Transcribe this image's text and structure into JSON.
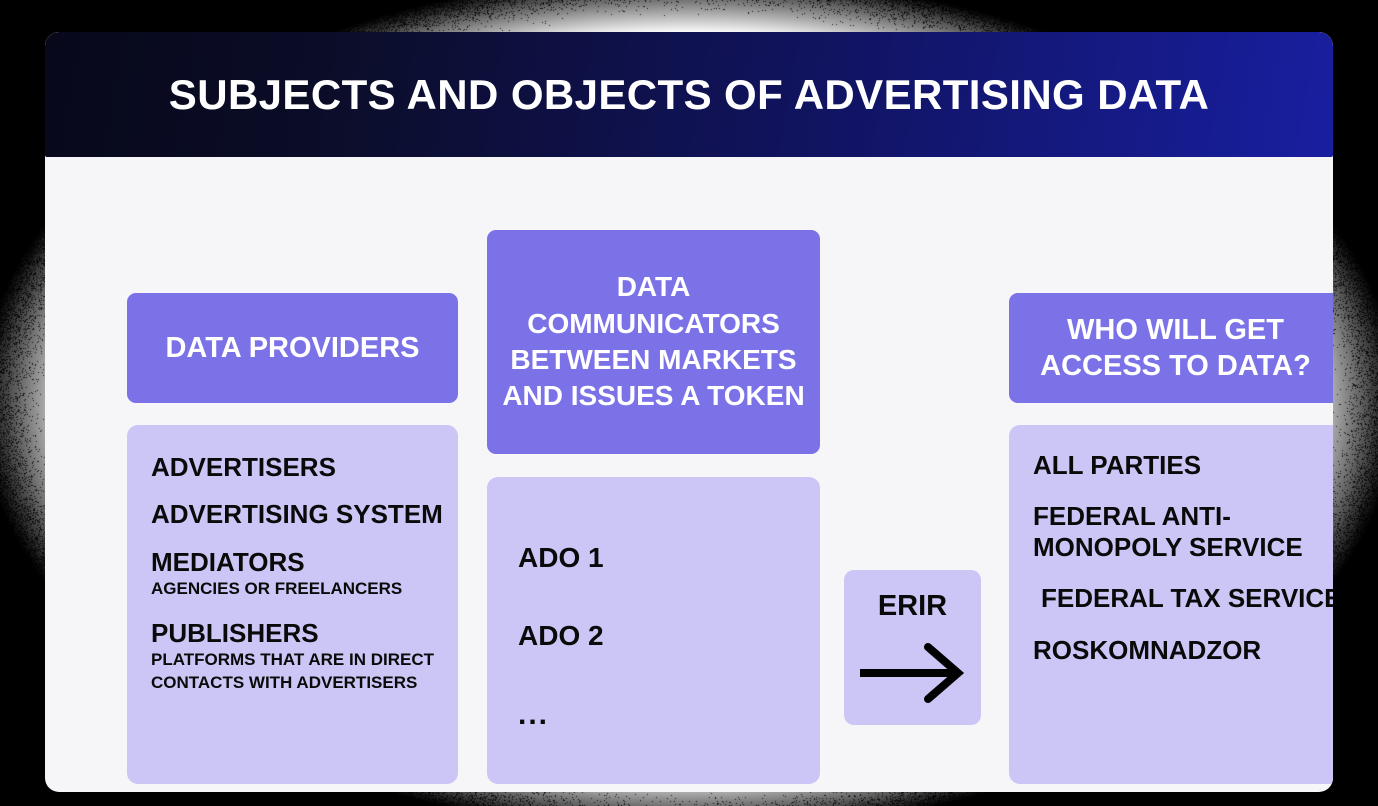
{
  "title": "SUBJECTS AND OBJECTS OF ADVERTISING DATA",
  "colors": {
    "header_purple": "#7b72e8",
    "body_lavender": "#cbc6f5",
    "banner_dark": "#07081a",
    "banner_navy": "#181fa0",
    "card_background": "#f6f6f9",
    "text_dark": "#0a0a0a"
  },
  "left_column": {
    "header": "DATA PROVIDERS",
    "entries": [
      {
        "title": "ADVERTISERS",
        "sub": ""
      },
      {
        "title": "ADVERTISING SYSTEM",
        "sub": ""
      },
      {
        "title": "MEDIATORS",
        "sub": "AGENCIES OR FREELANCERS"
      },
      {
        "title": "PUBLISHERS",
        "sub": "PLATFORMS THAT ARE IN DIRECT CONTACTS WITH ADVERTISERS"
      }
    ]
  },
  "center_column": {
    "header": "DATA COMMUNICATORS BETWEEN MARKETS AND ISSUES A TOKEN",
    "items": [
      "ADO 1",
      "ADO 2",
      "..."
    ]
  },
  "erir": {
    "label": "ERIR",
    "arrow_icon": "arrow-right-icon"
  },
  "right_column": {
    "header": "WHO WILL GET ACCESS TO DATA?",
    "entries": [
      {
        "title": "ALL PARTIES",
        "indented": false
      },
      {
        "title": "FEDERAL ANTI-MONOPOLY SERVICE",
        "indented": false
      },
      {
        "title": "FEDERAL TAX SERVICE",
        "indented": true
      },
      {
        "title": "ROSKOMNADZOR",
        "indented": false
      }
    ]
  }
}
